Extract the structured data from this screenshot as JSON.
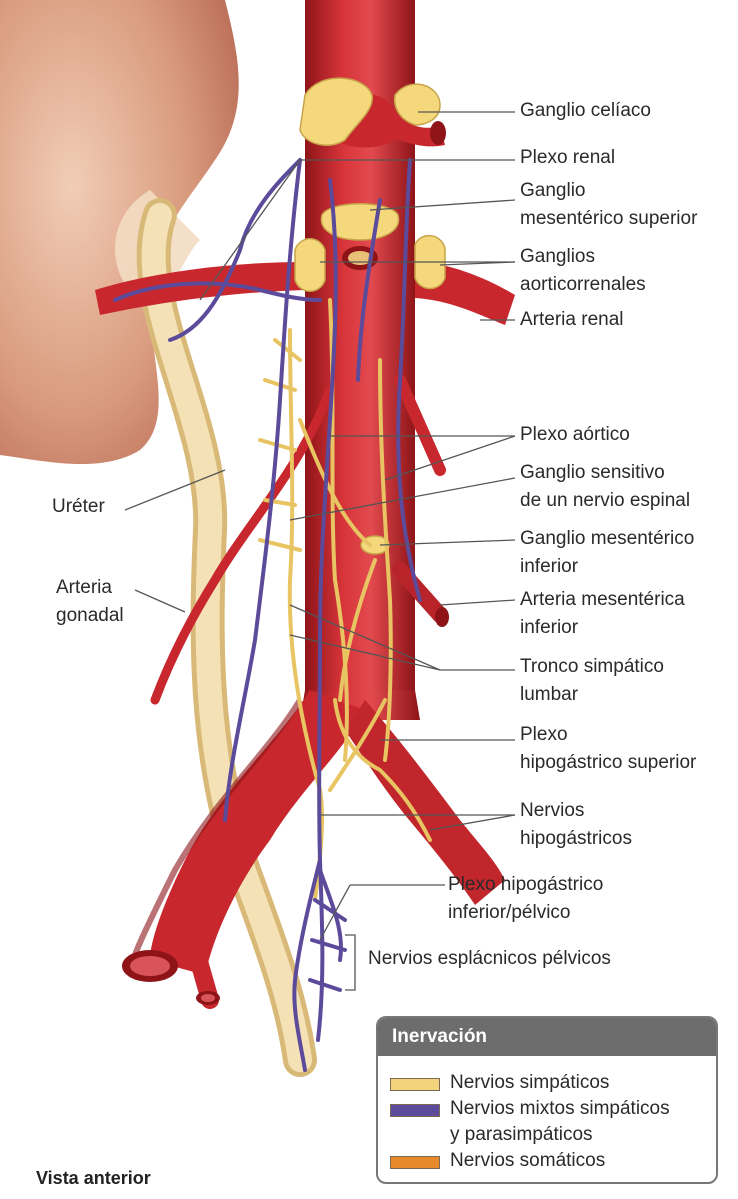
{
  "labels": {
    "ganglio_celiaco": "Ganglio celíaco",
    "plexo_renal": "Plexo renal",
    "ganglio_mes_sup_1": "Ganglio",
    "ganglio_mes_sup_2": "mesentérico superior",
    "ganglios_aort_1": "Ganglios",
    "ganglios_aort_2": "aorticorrenales",
    "arteria_renal": "Arteria renal",
    "plexo_aortico": "Plexo aórtico",
    "ganglio_sens_1": "Ganglio sensitivo",
    "ganglio_sens_2": "de un nervio espinal",
    "ganglio_mes_inf_1": "Ganglio mesentérico",
    "ganglio_mes_inf_2": "inferior",
    "arteria_mes_inf_1": "Arteria mesentérica",
    "arteria_mes_inf_2": "inferior",
    "tronco_1": "Tronco simpático",
    "tronco_2": "lumbar",
    "plexo_hipo_sup_1": "Plexo",
    "plexo_hipo_sup_2": "hipogástrico superior",
    "nervios_hipo_1": "Nervios",
    "nervios_hipo_2": "hipogástricos",
    "plexo_hipo_inf_1": "Plexo hipogástrico",
    "plexo_hipo_inf_2": "inferior/pélvico",
    "nervios_esplacnicos": "Nervios esplácnicos pélvicos",
    "ureter": "Uréter",
    "arteria_gonadal_1": "Arteria",
    "arteria_gonadal_2": "gonadal"
  },
  "legend": {
    "title": "Inervación",
    "items": [
      {
        "label": "Nervios simpáticos",
        "color": "#f2d27a"
      },
      {
        "label": "Nervios mixtos simpáticos",
        "label2": "y parasimpáticos",
        "color": "#5b4b9a"
      },
      {
        "label": "Nervios somáticos",
        "color": "#e8892b"
      }
    ]
  },
  "view_title": "Vista anterior",
  "colors": {
    "artery": "#c8282d",
    "artery_dark": "#9c1c20",
    "kidney": "#d9a082",
    "ganglion": "#f5d77c",
    "sympathetic": "#f2d27a",
    "mixed": "#5b4b9a",
    "ureter": "#f0d9a8"
  }
}
